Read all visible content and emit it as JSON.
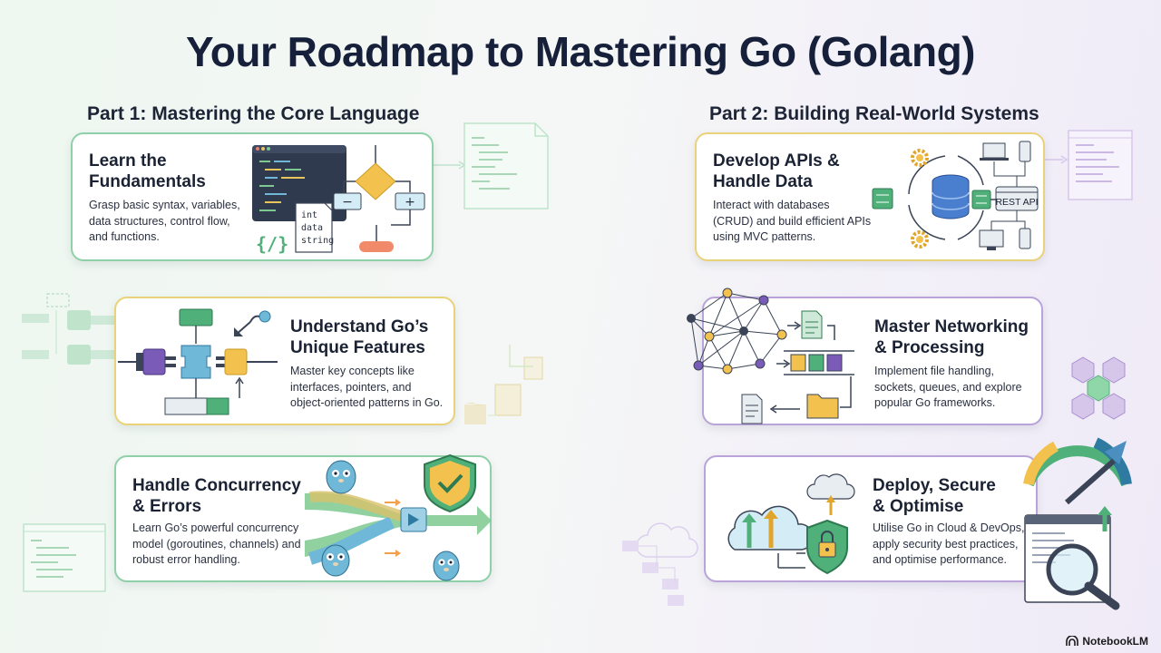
{
  "title": "Your Roadmap to Mastering Go (Golang)",
  "parts": [
    {
      "heading": "Part 1: Mastering the Core Language",
      "cards": [
        {
          "title_line1": "Learn the",
          "title_line2": "Fundamentals",
          "desc_lines": [
            "Grasp basic syntax, variables,",
            "data structures, control flow,",
            "and functions."
          ]
        },
        {
          "title_line1": "Understand Go’s",
          "title_line2": "Unique Features",
          "desc_lines": [
            "Master key concepts like",
            "interfaces, pointers, and",
            "object-oriented patterns in Go."
          ]
        },
        {
          "title_line1": "Handle Concurrency",
          "title_line2": "& Errors",
          "desc_lines": [
            "Learn Go’s powerful concurrency",
            "model (goroutines, channels) and",
            "robust error handling."
          ]
        }
      ]
    },
    {
      "heading": "Part 2: Building Real-World Systems",
      "cards": [
        {
          "title_line1": "Develop APIs &",
          "title_line2": "Handle Data",
          "desc_lines": [
            "Interact with databases",
            "(CRUD) and build efficient APIs",
            "using MVC patterns."
          ]
        },
        {
          "title_line1": "Master Networking",
          "title_line2": "& Processing",
          "desc_lines": [
            "Implement file handling,",
            "sockets, queues, and explore",
            "popular Go frameworks."
          ]
        },
        {
          "title_line1": "Deploy, Secure",
          "title_line2": "& Optimise",
          "desc_lines": [
            "Utilise Go in Cloud & DevOps,",
            "apply security best practices,",
            "and optimise performance."
          ]
        }
      ]
    }
  ],
  "illustrations": {
    "code_types": [
      "int",
      "data",
      "string"
    ],
    "code_brace": "{/}",
    "rest_api": "REST API",
    "flow_minus": "−",
    "flow_plus": "+"
  },
  "brand": "NotebookLM",
  "colors": {
    "green_border": "#8fd0a8",
    "yellow_border": "#ead27a",
    "purple_border": "#b9a3d9",
    "go_blue": "#6fb8d8"
  }
}
